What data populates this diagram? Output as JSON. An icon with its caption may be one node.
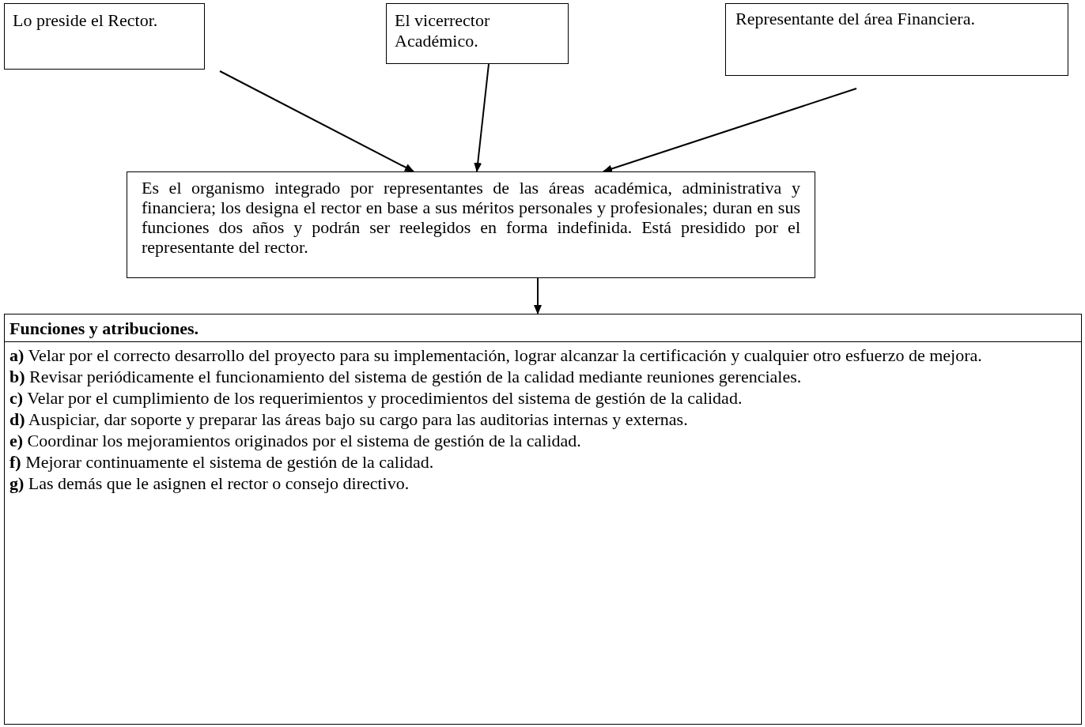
{
  "diagram": {
    "nodes": [
      {
        "text": [
          "Lo preside el Rector."
        ]
      },
      {
        "text": [
          "El vicerrector Académico."
        ]
      },
      {
        "text": [
          "Representante del área Financiera."
        ]
      },
      {
        "text": [
          "Es el organismo integrado por representantes de las áreas académica, administrativa y financiera; los designa el rector en base a sus méritos personales y profesionales; duran en sus funciones dos años y podrán ser reelegidos en forma indefinida. Está presidido por el representante del rector."
        ]
      },
      {
        "text": [
          "Funciones y atribuciones.",
          "**a)** Velar por el correcto desarrollo del proyecto para su implementación, lograr alcanzar  la certificación y cualquier otro esfuerzo de mejora.",
          "**b)** Revisar periódicamente el funcionamiento del sistema de gestión de la calidad mediante reuniones gerenciales.",
          "**c)** Velar por el cumplimiento de los requerimientos y procedimientos del sistema de gestión de la calidad.",
          "**d)** Auspiciar, dar soporte y preparar las áreas bajo su cargo para las auditorias internas y externas.",
          "**e)** Coordinar los mejoramientos originados por el sistema de gestión de la calidad.",
          "**f)** Mejorar continuamente el sistema de gestión de la calidad.",
          "**g)** Las demás que le asignen el rector o consejo directivo."
        ]
      }
    ],
    "edges": [
      {
        "from": 0,
        "to": 3,
        "arrow": "to"
      },
      {
        "from": 1,
        "to": 3,
        "arrow": "to"
      },
      {
        "from": 2,
        "to": 3,
        "arrow": "to"
      },
      {
        "from": 3,
        "to": 4,
        "arrow": "to"
      }
    ]
  }
}
